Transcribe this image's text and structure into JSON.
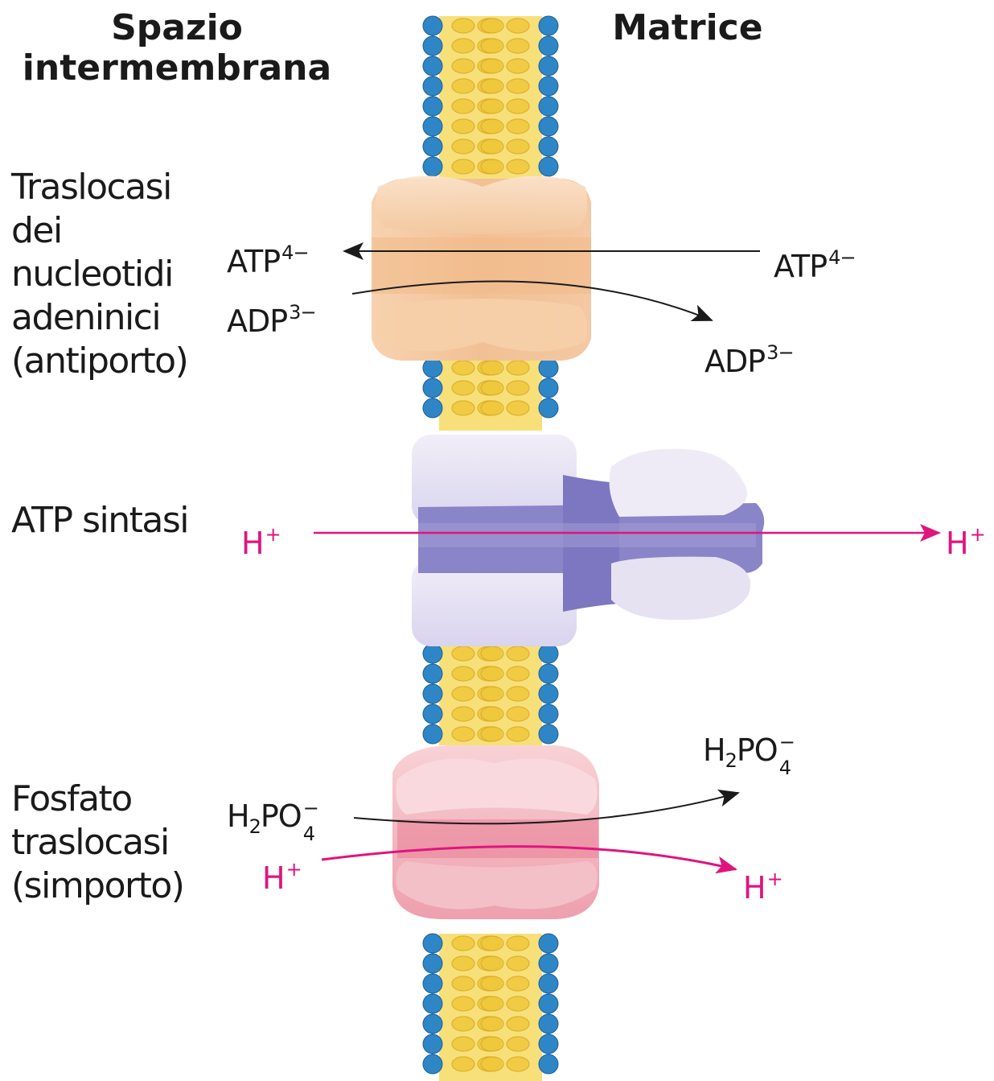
{
  "headers": {
    "left_line1": "Spazio",
    "left_line2": "intermembrana",
    "right": "Matrice"
  },
  "proteins": {
    "translocase": {
      "label_lines": [
        "Traslocasi",
        "dei",
        "nucleotidi",
        "adeninici",
        "(antiporto)"
      ],
      "atp_left": {
        "base": "ATP",
        "sup": "4−"
      },
      "atp_right": {
        "base": "ATP",
        "sup": "4−"
      },
      "adp_left": {
        "base": "ADP",
        "sup": "3−"
      },
      "adp_right": {
        "base": "ADP",
        "sup": "3−"
      },
      "color": "#f3c49a"
    },
    "atp_synthase": {
      "label": "ATP sintasi",
      "h_left": {
        "base": "H",
        "sup": "+"
      },
      "h_right": {
        "base": "H",
        "sup": "+"
      },
      "color": "#8a84c8"
    },
    "phosphate_translocase": {
      "label_lines": [
        "Fosfato",
        "traslocasi",
        "(simporto)"
      ],
      "pi_left": {
        "base1": "H",
        "sub1": "2",
        "base2": "PO",
        "sub2": "4",
        "sup2": "−"
      },
      "pi_right": {
        "base1": "H",
        "sub1": "2",
        "base2": "PO",
        "sub2": "4",
        "sup2": "−"
      },
      "h_left": {
        "base": "H",
        "sup": "+"
      },
      "h_right": {
        "base": "H",
        "sup": "+"
      },
      "color": "#ea8fa0"
    }
  },
  "colors": {
    "lipid_head": "#2f86c6",
    "lipid_tail": "#f0c83a",
    "proton": "#e0147e",
    "arrow": "#1a1a1a"
  }
}
